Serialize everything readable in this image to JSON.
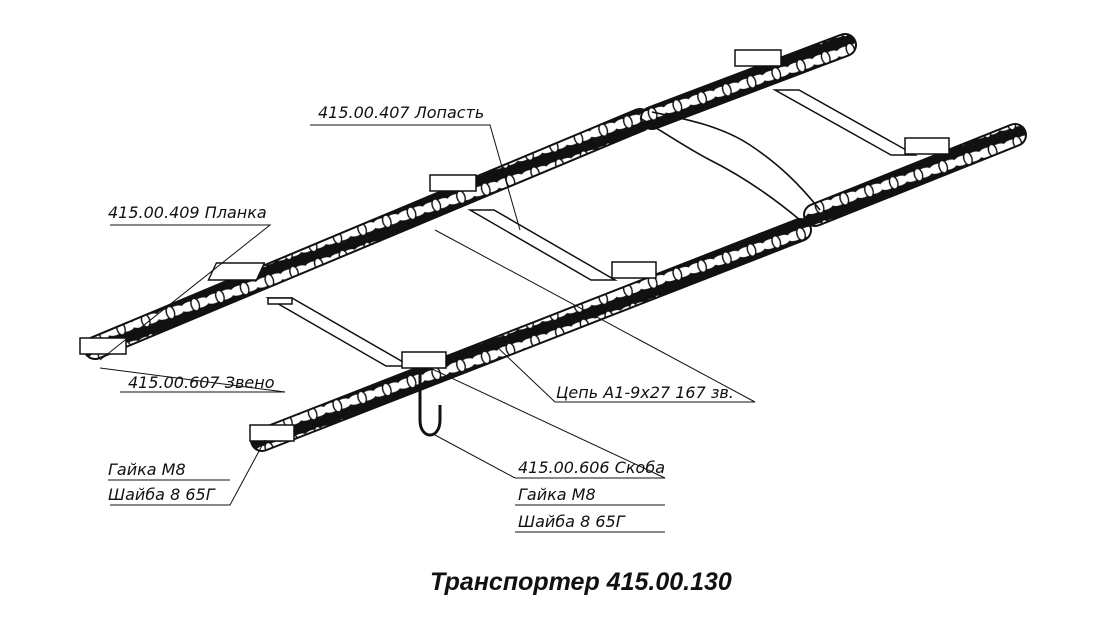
{
  "title": "Транспортер 415.00.130",
  "callouts": {
    "paddle": "415.00.407 Лопасть",
    "bar": "415.00.409 Планка",
    "link": "415.00.607 Звено",
    "chain": "Цепь А1-9х27 167 зв.",
    "nut_left": "Гайка М8",
    "washer_left": "Шайба 8 65Г",
    "bracket": "415.00.606 Скоба",
    "nut_right": "Гайка М8",
    "washer_right": "Шайба 8 65Г"
  },
  "colors": {
    "line": "#111111",
    "background": "#ffffff"
  }
}
